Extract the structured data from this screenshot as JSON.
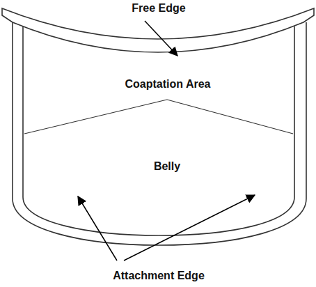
{
  "diagram": {
    "labels": [
      "Free Edge",
      "Coaptation Area",
      "Belly",
      "Attachment Edge"
    ]
  }
}
